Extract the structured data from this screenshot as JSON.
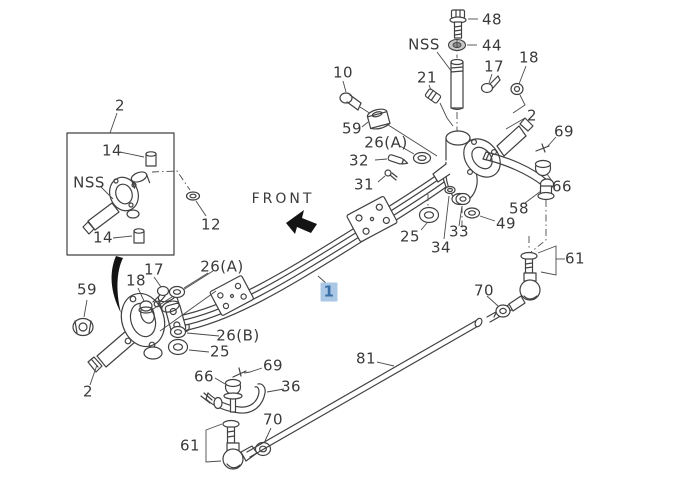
{
  "diagram": {
    "type": "exploded-parts-view-front-axle",
    "front_indicator": "FRONT",
    "highlighted_part": "1",
    "colors": {
      "line": "#414141",
      "highlight_bg": "#aac8e6",
      "highlight_text": "#3a6fa6"
    },
    "callouts": {
      "c1": "1",
      "c2": "2",
      "c10": "10",
      "c12": "12",
      "c14": "14",
      "c17": "17",
      "c18": "18",
      "c21": "21",
      "c25": "25",
      "c26a": "26(A)",
      "c26b": "26(B)",
      "c31": "31",
      "c32": "32",
      "c33": "33",
      "c34": "34",
      "c36": "36",
      "c44": "44",
      "c48": "48",
      "c49": "49",
      "c58": "58",
      "c59": "59",
      "c61": "61",
      "c66": "66",
      "c69": "69",
      "c70": "70",
      "c81": "81",
      "nss": "NSS",
      "front": "FRONT"
    }
  }
}
